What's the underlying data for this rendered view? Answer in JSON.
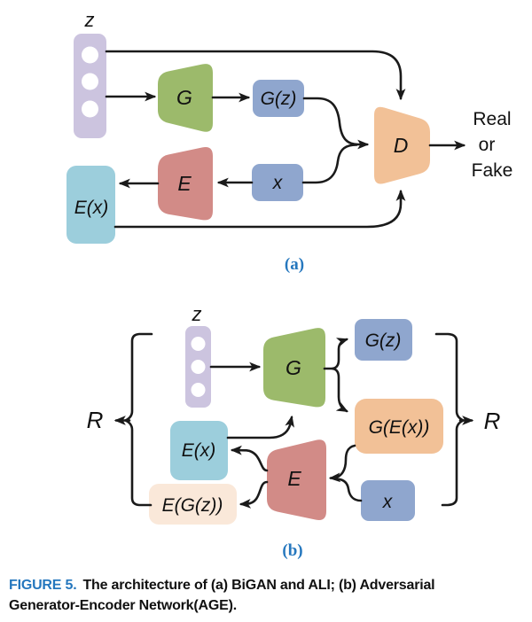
{
  "colors": {
    "lavender": "#CCC4DF",
    "green": "#9CBA6B",
    "blue": "#8FA6CE",
    "orange": "#F2C197",
    "red": "#D28B87",
    "cyan": "#9CCEDC",
    "cream": "#FAE8D9",
    "line": "#1A1A1A",
    "accent_blue": "#2577BE",
    "white": "#FFFFFF"
  },
  "a": {
    "sublabel": "(a)",
    "z": "z",
    "G": "G",
    "E": "E",
    "D": "D",
    "Gz": "G(z)",
    "x": "x",
    "Ex": "E(x)",
    "out1": "Real",
    "out2": "or",
    "out3": "Fake"
  },
  "b": {
    "sublabel": "(b)",
    "z": "z",
    "G": "G",
    "E": "E",
    "Gz": "G(z)",
    "GEx": "G(E(x))",
    "x": "x",
    "Ex": "E(x)",
    "EGz": "E(G(z))",
    "R_left": "R",
    "R_right": "R"
  },
  "caption": {
    "label": "FIGURE 5.",
    "line1": "The architecture of (a) BiGAN and ALI; (b) Adversarial",
    "line2": "Generator-Encoder Network(AGE)."
  }
}
